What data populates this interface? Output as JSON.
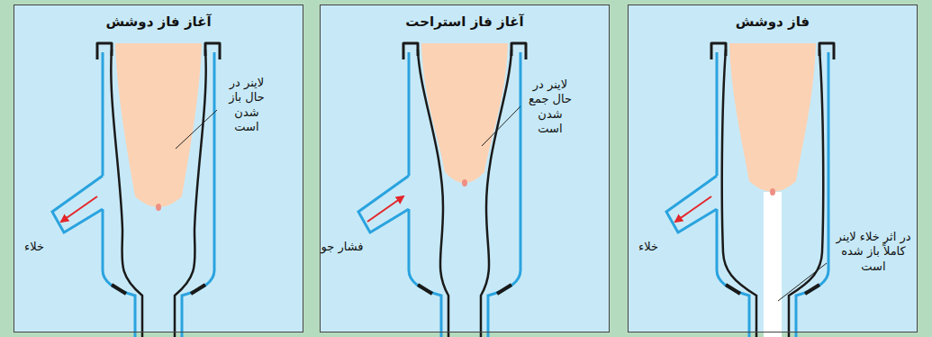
{
  "diagram": {
    "nodes": [
      {
        "text": [
          "فاز دوشش"
        ]
      },
      {
        "text": [
          "آغاز فاز استراحت"
        ]
      },
      {
        "text": [
          "آغاز فاز دوشش"
        ]
      }
    ],
    "labels": [
      "خلاء",
      "در اثر خلاء لاینر کاملاً باز شده است",
      "لاینر در حال جمع شدن است",
      "فشار جو",
      "لاینر در حال باز شدن است",
      "خلاء"
    ]
  }
}
